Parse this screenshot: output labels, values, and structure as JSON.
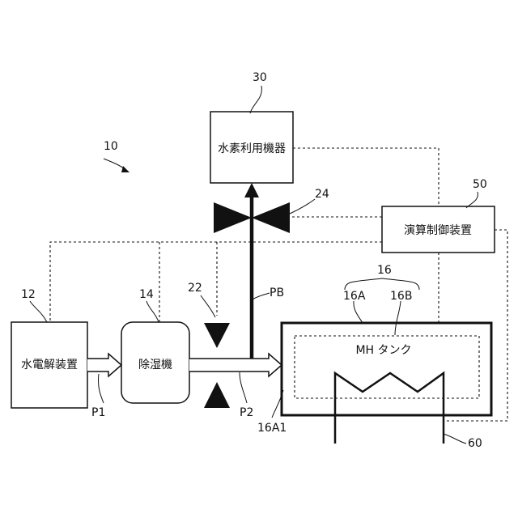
{
  "labels": {
    "system": "10",
    "electrolyzer_ref": "12",
    "dehumidifier_ref": "14",
    "tank_group_ref": "16",
    "tank_outer_ref": "16A",
    "tank_inner_ref": "16B",
    "tank_inlet_ref": "16A1",
    "valve22_ref": "22",
    "valve24_ref": "24",
    "user_ref": "30",
    "controller_ref": "50",
    "pipe_ref": "60",
    "path_p1": "P1",
    "path_p2": "P2",
    "path_pb": "PB"
  },
  "blocks": {
    "electrolyzer": "水電解装置",
    "dehumidifier": "除湿機",
    "hydrogen_user": "水素利用機器",
    "controller": "演算制御装置",
    "mh_tank": "MH タンク"
  }
}
